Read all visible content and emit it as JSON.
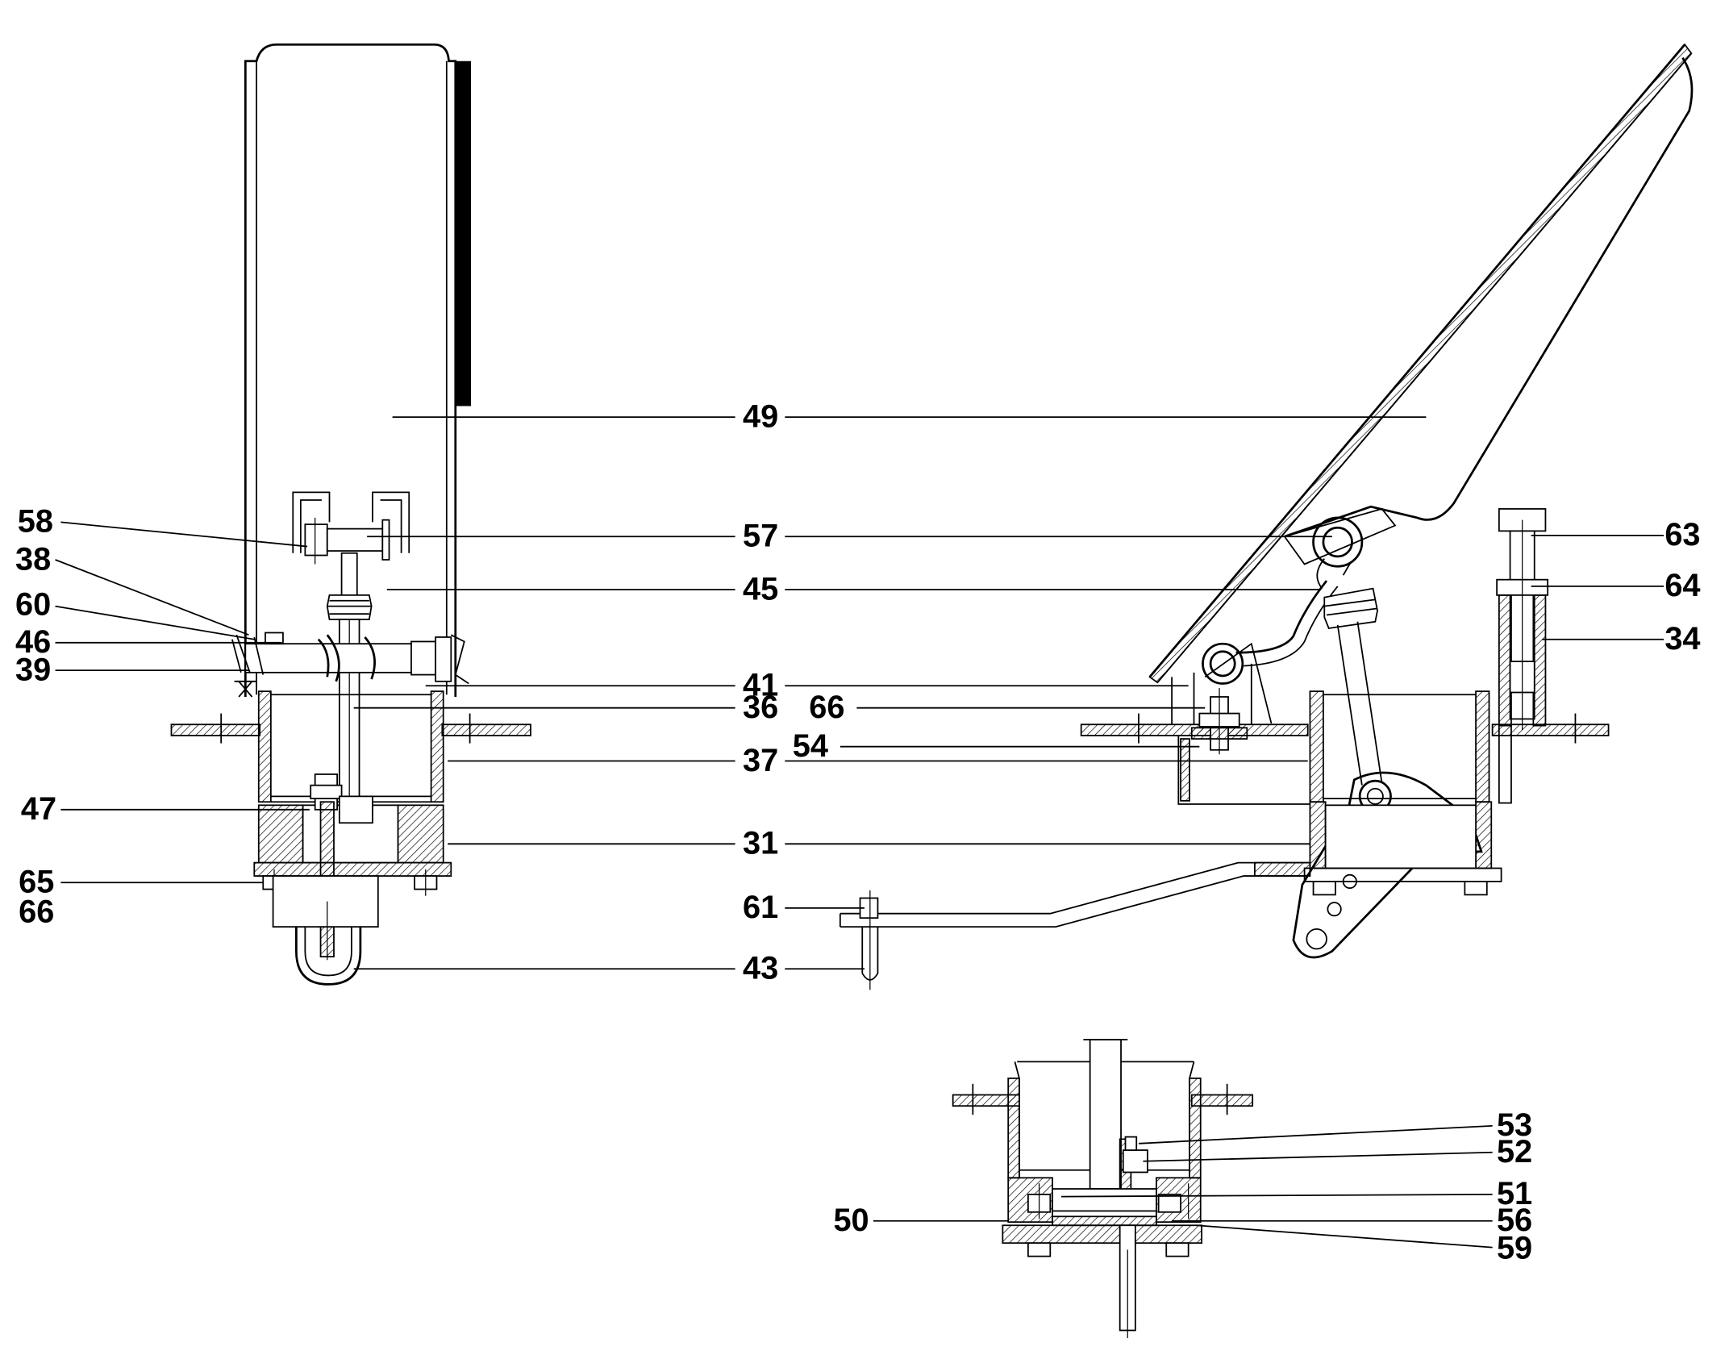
{
  "title": "",
  "callouts": [
    {
      "id": "c49",
      "text": "49"
    },
    {
      "id": "c58",
      "text": "58"
    },
    {
      "id": "c57",
      "text": "57"
    },
    {
      "id": "c38",
      "text": "38"
    },
    {
      "id": "c45",
      "text": "45"
    },
    {
      "id": "c60",
      "text": "60"
    },
    {
      "id": "c46",
      "text": "46"
    },
    {
      "id": "c39",
      "text": "39"
    },
    {
      "id": "c41",
      "text": "41"
    },
    {
      "id": "c36",
      "text": "36"
    },
    {
      "id": "c66a",
      "text": "66"
    },
    {
      "id": "c54",
      "text": "54"
    },
    {
      "id": "c37",
      "text": "37"
    },
    {
      "id": "c47",
      "text": "47"
    },
    {
      "id": "c31",
      "text": "31"
    },
    {
      "id": "c65",
      "text": "65"
    },
    {
      "id": "c66b",
      "text": "66"
    },
    {
      "id": "c61",
      "text": "61"
    },
    {
      "id": "c43",
      "text": "43"
    },
    {
      "id": "c63",
      "text": "63"
    },
    {
      "id": "c64",
      "text": "64"
    },
    {
      "id": "c34",
      "text": "34"
    },
    {
      "id": "c53",
      "text": "53"
    },
    {
      "id": "c52",
      "text": "52"
    },
    {
      "id": "c51",
      "text": "51"
    },
    {
      "id": "c50",
      "text": "50"
    },
    {
      "id": "c56",
      "text": "56"
    },
    {
      "id": "c59",
      "text": "59"
    }
  ]
}
